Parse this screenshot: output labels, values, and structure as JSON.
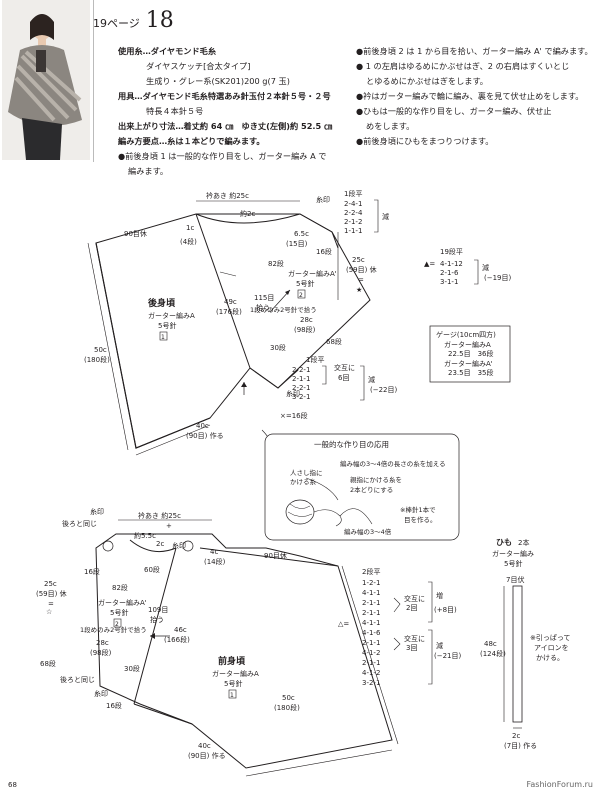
{
  "header": {
    "page_ref": "19ページ",
    "number": "18"
  },
  "materials": {
    "yarn_line": "使用糸…ダイヤモンド毛糸",
    "yarn_name": "ダイヤスケッチ[合太タイプ]",
    "color_line": "生成り・グレー系(SK201)200 g(7 玉)",
    "tools_line": "用具…ダイヤモンド毛糸特選あみ針玉付２本針５号・２号",
    "tools_line2": "特長４本針５号",
    "size_line": "出来上がり寸法…着丈約 64 ㎝　ゆき丈(左側)約 52.5 ㎝",
    "gauge_note": "編み方要点…糸は１本どりで編みます。",
    "step1": "●前後身頃 1 は一般的な作り目をし、ガーター編み A で",
    "step1b": "編みます。"
  },
  "steps_right": [
    "●前後身頃 2 は 1 から目を拾い、ガーター編み A' で編みます。",
    "● 1 の左肩はゆるめにかぶせはぎ、2 の右肩はすくいとじ",
    "とゆるめにかぶせはぎをします。",
    "●衿はガーター編みで輪に編み、裏を見て伏せ止めをします。",
    "●ひもは一般的な作り目をし、ガーター編み、伏せ止",
    "めをします。",
    "●前後身頃にひもをまつりつけます。"
  ],
  "back": {
    "title": "後身頃",
    "pattern": "ガーター編みA",
    "needle": "5号針",
    "num": "1",
    "left_w": "50c",
    "left_r": "(180段)",
    "bottom_w": "40c",
    "bottom_r": "(90目) 作る",
    "top_rest": "90目休",
    "neck_open": "衿あき 約25c",
    "neck_2c": "約2c",
    "mark1": "1c",
    "mark1b": "(4段)",
    "mark_65": "6.5c",
    "mark_65b": "(15目)",
    "mark_16": "16段",
    "mark_itojirushi": "糸印",
    "side_25": "25c",
    "side_25b": "(59目) 休",
    "side_star": "=",
    "star": "★",
    "inner_82": "82段",
    "inner_pattern": "ガーター編みA'",
    "inner_needle": "5号針",
    "inner_num": "2",
    "d115": "115目",
    "d115b": "拾う",
    "d49": "49c",
    "d49b": "(176段)",
    "pickup": "1段めのみ2号針で拾う",
    "d28": "28c",
    "d28b": "(98段)",
    "d30": "30段",
    "d68": "68段",
    "cross": "×=16段",
    "ito": "糸印",
    "dec1": "1段平",
    "dec1a": "2-4-1",
    "dec1b": "2-2-4",
    "dec1c": "2-1-2",
    "dec1d": "1-1-1",
    "gen": "減",
    "alt": "交互に",
    "alt6": "6回",
    "dec2": "1段平",
    "dec2a": "2-2-1",
    "dec2b": "2-1-1",
    "dec2c": "2-2-1",
    "dec2d": "3-2-1",
    "gen22": "減",
    "gen22b": "(−22目)"
  },
  "triangle_dec": {
    "rows": "19段平",
    "a": "4-1-12",
    "b": "2-1-6",
    "c": "3-1-1",
    "gen": "減",
    "total": "(−19目)"
  },
  "gauge": {
    "title": "ゲージ(10cm四方)",
    "l1": "ガーター編みA",
    "l2": "22.5目　36段",
    "l3": "ガーター編みA'",
    "l4": "23.5目　35段"
  },
  "howto": {
    "title": "一般的な作り目の応用",
    "a": "人さし指に",
    "a2": "かける糸",
    "b": "編み幅の3〜4倍の長さの糸を加える",
    "c": "親指にかける糸を",
    "c2": "2本どりにする",
    "d": "※棒針1本で",
    "d2": "目を作る。",
    "e": "編み幅の3〜4倍"
  },
  "front": {
    "title": "前身頃",
    "pattern": "ガーター編みA",
    "needle": "5号針",
    "num": "1",
    "right_w": "50c",
    "right_r": "(180段)",
    "bottom_w": "40c",
    "bottom_r": "(90目) 作る",
    "top_rest": "90目休",
    "neck_open": "衿あき 約25c",
    "ushiro": "後ろと同じ",
    "ito": "糸印",
    "m55": "約5.5c",
    "m2": "2c",
    "m60": "60段",
    "m4c": "4c",
    "m14": "(14段)",
    "m16": "16段",
    "side_25": "25c",
    "side_25b": "(59目) 休",
    "side_eq": "=",
    "side_star": "☆",
    "inner_82": "82段",
    "inner_pattern": "ガーター編みA'",
    "inner_needle": "5号針",
    "inner_num": "2",
    "d109": "109目",
    "d109b": "拾う",
    "d46": "46c",
    "d46b": "(166段)",
    "pickup": "1段めのみ2号針で拾う",
    "d28": "28c",
    "d28b": "(98段)",
    "d30": "30段",
    "d68": "68段",
    "ushiro2": "後ろと同じ",
    "ito2": "糸印",
    "d16": "16段",
    "plus": "+"
  },
  "front_dec": {
    "head": "2段平",
    "rows": [
      "1-2-1",
      "4-1-1",
      "2-1-1",
      "2-1-1",
      "4-1-1",
      "4-1-6",
      "2-1-1",
      "4-1-2",
      "2-1-1",
      "4-1-2",
      "3-2-1"
    ],
    "alt": "交互に",
    "alt2": "2回",
    "alt3": "3回",
    "zou": "増",
    "zou_t": "(+8目)",
    "gen": "減",
    "gen_t": "(−21目)",
    "tri": "△="
  },
  "himo": {
    "title": "ひも",
    "count": "2本",
    "pattern": "ガーター編み",
    "needle": "5号針",
    "top": "7目伏",
    "len": "48c",
    "len_r": "(124段)",
    "bottom": "2c",
    "bottom_r": "(7目) 作る",
    "note": "※引っぱって",
    "note2": "アイロンを",
    "note3": "かける。"
  },
  "footer": {
    "page": "68",
    "watermark": "FashionForum.ru"
  }
}
